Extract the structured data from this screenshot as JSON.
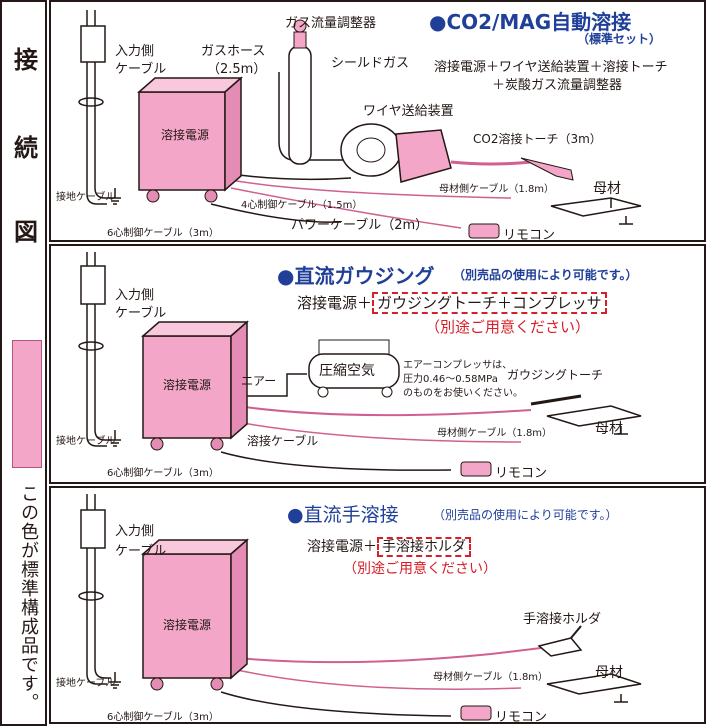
{
  "sidebar": {
    "chars": [
      "接",
      "続",
      "図"
    ],
    "legend_text": "この色が標準構成品です。",
    "legend_color": "#f4a6c8"
  },
  "colors": {
    "standard": "#f4a6c8",
    "title_blue": "#1f3f99",
    "red": "#d81e26",
    "line": "#231815"
  },
  "panel1": {
    "title": "●CO2/MAG自動溶接",
    "title_suffix": "（標準セット）",
    "composition_1": "溶接電源＋ワイヤ送給装置＋溶接トーチ",
    "composition_2": "＋炭酸ガス流量調整器",
    "labels": {
      "input_cable_1": "入力側",
      "input_cable_2": "ケーブル",
      "gas_hose_1": "ガスホース",
      "gas_hose_2": "（2.5m）",
      "gas_regulator": "ガス流量調整器",
      "shield_gas": "シールドガス",
      "wire_feeder": "ワイヤ送給装置",
      "torch": "CO2溶接トーチ（3m）",
      "power_source": "溶接電源",
      "ground_cable": "接地ケーブル",
      "four_core": "4心制御ケーブル（1.5m）",
      "base_cable": "母材側ケーブル（1.8m）",
      "base_metal": "母材",
      "power_cable": "パワーケーブル（2m）",
      "six_core": "6心制御ケーブル（3m）",
      "remote": "リモコン"
    }
  },
  "panel2": {
    "title": "●直流ガウジング",
    "title_suffix": "（別売品の使用により可能です。）",
    "composition_prefix": "溶接電源＋",
    "composition_items": "ガウジングトーチ＋コンプレッサ",
    "separate_note": "（別途ご用意ください）",
    "labels": {
      "input_cable_1": "入力側",
      "input_cable_2": "ケーブル",
      "power_source": "溶接電源",
      "compressed_air": "圧縮空気",
      "air": "エアー",
      "compressor_note_1": "エアーコンプレッサは、",
      "compressor_note_2": "圧力0.46〜0.58MPa",
      "compressor_note_3": "のものをお使いください。",
      "gouging_torch": "ガウジングトーチ",
      "ground_cable": "接地ケーブル",
      "welding_cable": "溶接ケーブル",
      "base_cable": "母材側ケーブル（1.8m）",
      "base_metal": "母材",
      "six_core": "6心制御ケーブル（3m）",
      "remote": "リモコン"
    }
  },
  "panel3": {
    "title": "●直流手溶接",
    "title_suffix": "（別売品の使用により可能です。）",
    "composition_prefix": "溶接電源＋",
    "composition_items": "手溶接ホルダ",
    "separate_note": "（別途ご用意ください）",
    "labels": {
      "input_cable_1": "入力側",
      "input_cable_2": "ケーブル",
      "power_source": "溶接電源",
      "holder": "手溶接ホルダ",
      "ground_cable": "接地ケーブル",
      "base_cable": "母材側ケーブル（1.8m）",
      "base_metal": "母材",
      "six_core": "6心制御ケーブル（3m）",
      "remote": "リモコン"
    }
  }
}
